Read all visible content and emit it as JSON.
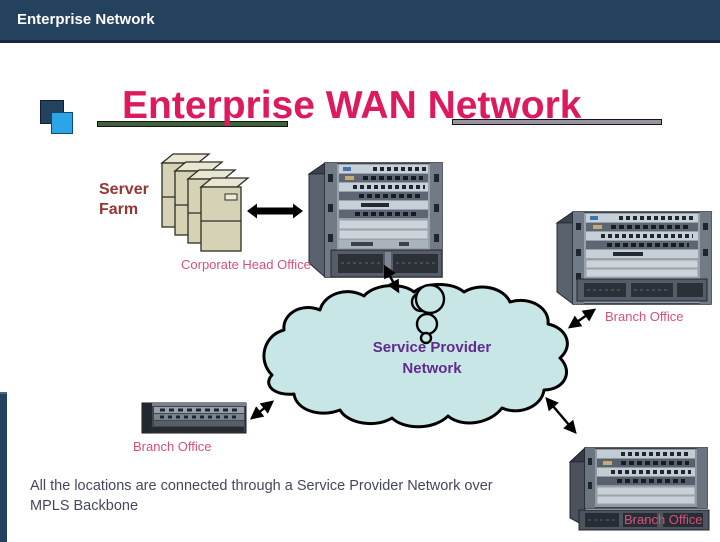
{
  "header": {
    "title": "Enterprise Network"
  },
  "slide": {
    "title": "Enterprise WAN Network",
    "server_farm_label": "Server Farm",
    "corporate_head_office_label": "Corporate Head Office",
    "cloud_label": "Service Provider Network",
    "branch_office_right_label": "Branch Office",
    "branch_office_bottom_left_label": "Branch Office",
    "branch_office_bottom_right_label": "Branch Office",
    "body_text": "All the locations are connected through a Service Provider Network over MPLS Backbone"
  },
  "images": {
    "server_farm": "server-farm-towers",
    "corporate_router": "cisco-chassis-router",
    "branch_router_right": "cisco-chassis-router",
    "branch_router_bottom_left": "rack-router",
    "branch_router_bottom_right": "cisco-chassis-router",
    "cloud": "network-cloud"
  },
  "colors": {
    "header_bg": "#24425e",
    "title_text": "#dd1a5e",
    "pink_label": "#d5507c",
    "server_farm_label": "#943634",
    "cloud_fill": "#c9e6e7",
    "cloud_label_text": "#5f2b8f",
    "body_text": "#45475c",
    "square_blue": "#2ba4e8",
    "square_navy": "#24425e",
    "ribbon_green": "#41603c",
    "ribbon_gray": "#9b93a2"
  }
}
